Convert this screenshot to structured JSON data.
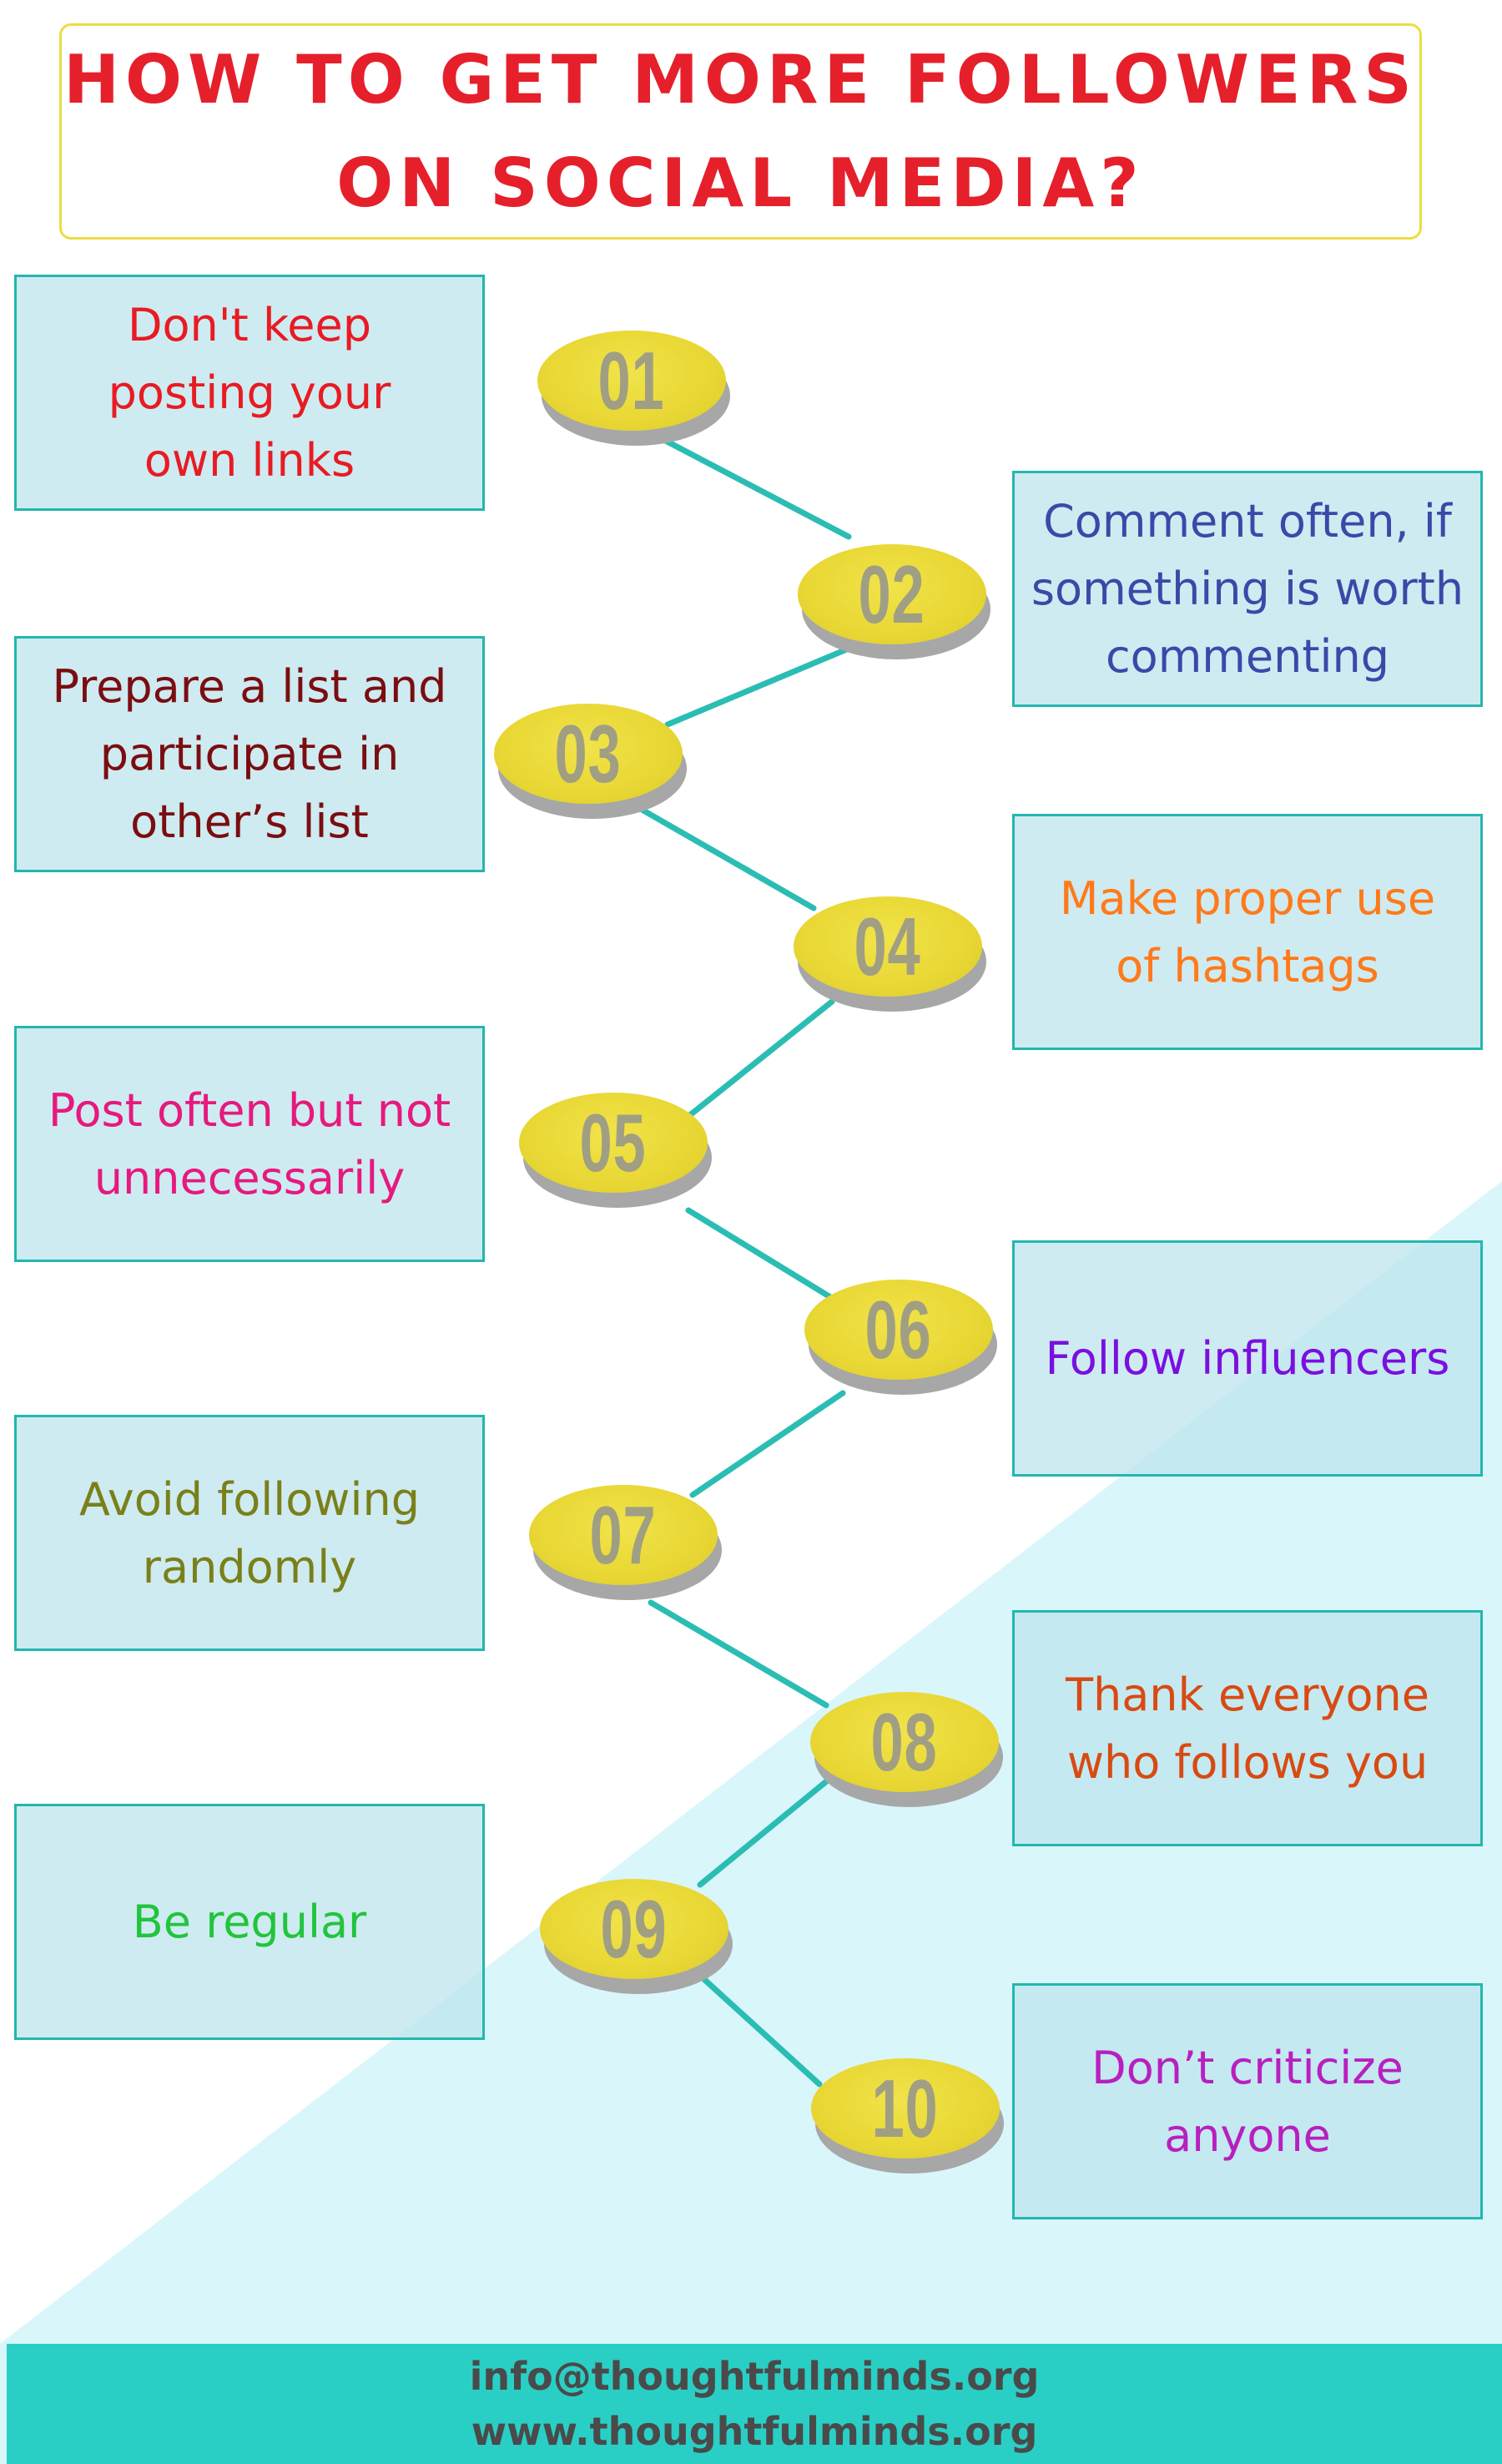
{
  "title": {
    "line1": "HOW TO GET MORE FOLLOWERS",
    "line2": "ON SOCIAL MEDIA?",
    "color": "#e5202b"
  },
  "tips": [
    {
      "number": "01",
      "text": "Don't keep posting your own links",
      "color": "#e81b23"
    },
    {
      "number": "02",
      "text": "Comment often, if something is worth commenting",
      "color": "#3a49a8"
    },
    {
      "number": "03",
      "text": "Prepare a list and participate in other’s list",
      "color": "#7b0d11"
    },
    {
      "number": "04",
      "text": "Make proper use of hashtags",
      "color": "#ff7a1a"
    },
    {
      "number": "05",
      "text": "Post often but not unnecessarily",
      "color": "#e6197e"
    },
    {
      "number": "06",
      "text": "Follow influencers",
      "color": "#7a0fe0"
    },
    {
      "number": "07",
      "text": "Avoid following randomly",
      "color": "#7a8019"
    },
    {
      "number": "08",
      "text": "Thank everyone who follows you",
      "color": "#d84a12"
    },
    {
      "number": "09",
      "text": "Be regular",
      "color": "#22c43d"
    },
    {
      "number": "10",
      "text": "Don’t criticize anyone",
      "color": "#b81fc0"
    }
  ],
  "colors": {
    "box_fill": "#c4e7ee",
    "box_border": "#23b7ae",
    "connector": "#2bbdb4",
    "disc": "#e9d835",
    "number": "#a09f83",
    "background_triangle": "#d9f6fb",
    "footer_band": "#29cfc5"
  },
  "footer": {
    "email": "info@thoughtfulminds.org",
    "website": "www.thoughtfulminds.org"
  }
}
